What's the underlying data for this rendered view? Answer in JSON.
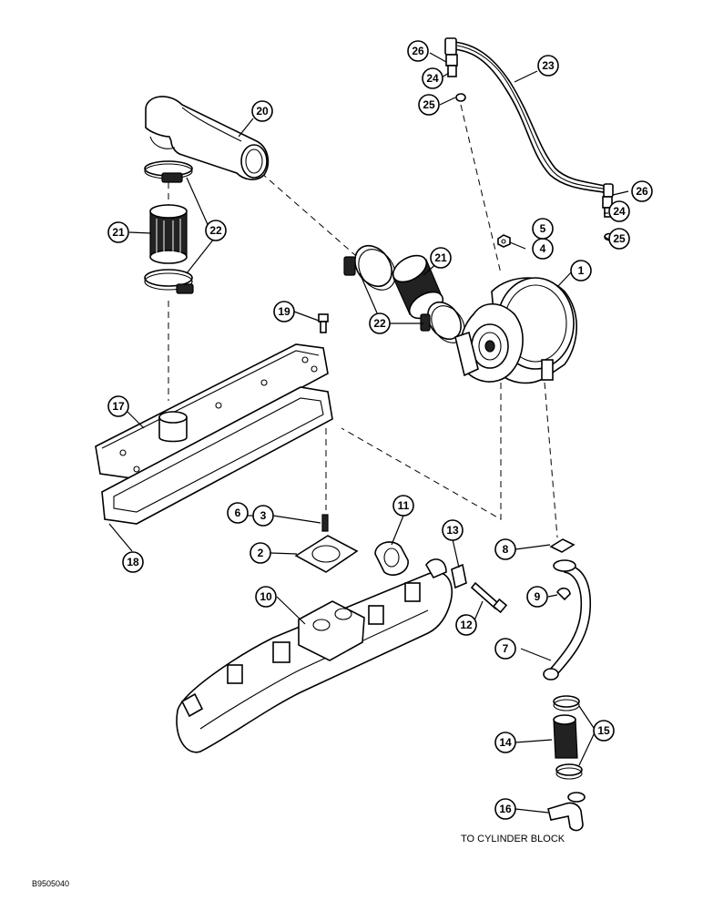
{
  "callouts": {
    "c1": "1",
    "c2": "2",
    "c3": "3",
    "c4": "4",
    "c5": "5",
    "c6": "6",
    "c7": "7",
    "c8": "8",
    "c9": "9",
    "c10": "10",
    "c11": "11",
    "c12": "12",
    "c13": "13",
    "c14": "14",
    "c15": "15",
    "c16": "16",
    "c17": "17",
    "c18": "18",
    "c19": "19",
    "c20": "20",
    "c21a": "21",
    "c21b": "21",
    "c22a": "22",
    "c22b": "22",
    "c23": "23",
    "c24a": "24",
    "c24b": "24",
    "c25a": "25",
    "c25b": "25",
    "c26a": "26",
    "c26b": "26"
  },
  "caption_to_block": "TO CYLINDER BLOCK",
  "figure_id": "B9505040"
}
